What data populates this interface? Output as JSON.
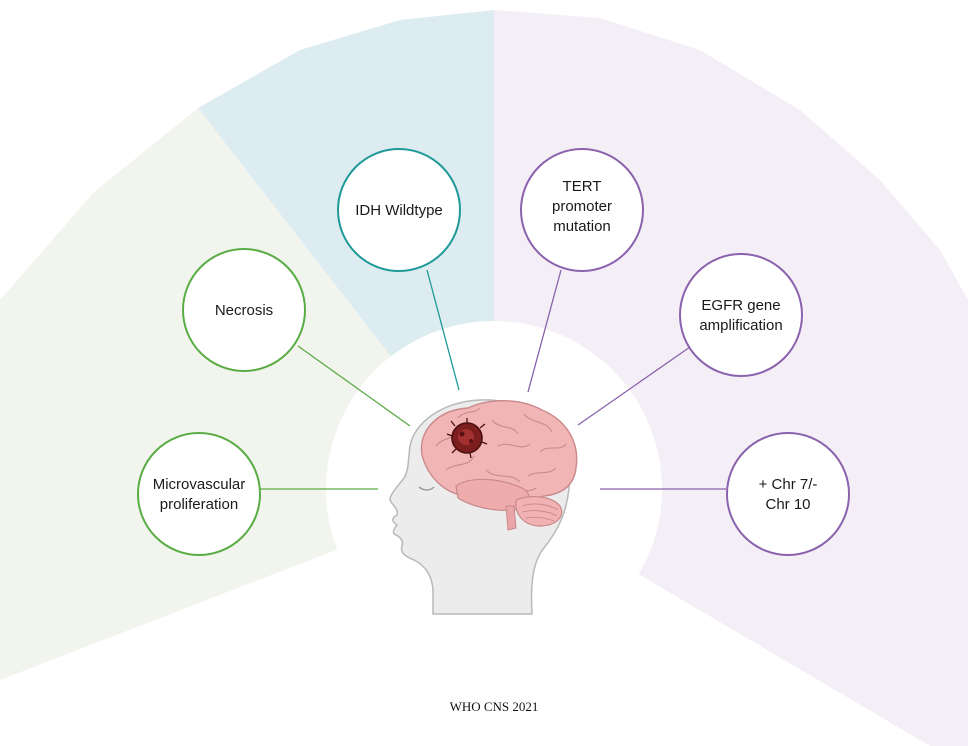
{
  "colors": {
    "green": "#5aac45",
    "teal": "#1f9a99",
    "purple": "#8a62ad",
    "green_bg": "#f2f5ee",
    "teal_bg": "#dcecf1",
    "purple_bg": "#f4eff6"
  },
  "nodes": {
    "microvascular": {
      "line1": "Microvascular",
      "line2": "proliferation"
    },
    "necrosis": {
      "line1": "Necrosis"
    },
    "idh": {
      "line1": "IDH Wildtype"
    },
    "tert": {
      "line1": "TERT",
      "line2": "promoter",
      "line3": "mutation"
    },
    "egfr": {
      "line1": "EGFR gene",
      "line2": "amplification"
    },
    "chr": {
      "line1": "+ Chr 7/-",
      "line2": "Chr 10"
    }
  },
  "center_image": "human-head-with-brain-tumor",
  "caption": "WHO CNS 2021"
}
